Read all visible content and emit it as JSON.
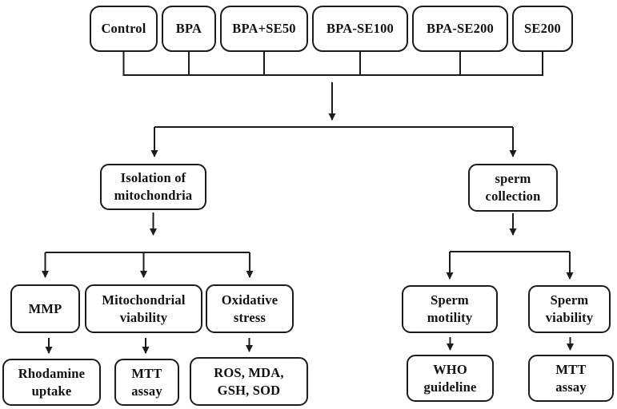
{
  "diagram": {
    "description": "Experimental design flowchart: treatment groups feeding into mitochondrial isolation and sperm collection analyses",
    "colors": {
      "ink": "#1c1c1c",
      "text": "#111111",
      "background": "#ffffff"
    }
  },
  "nodes": {
    "control": {
      "label": "Control"
    },
    "bpa": {
      "label": "BPA"
    },
    "bpa_se50": {
      "label": "BPA+SE50"
    },
    "bpa_se100": {
      "label": "BPA-SE100"
    },
    "bpa_se200": {
      "label": "BPA-SE200"
    },
    "se200": {
      "label": "SE200"
    },
    "isolation": {
      "label": "Isolation of\nmitochondria"
    },
    "sperm_collection": {
      "label": "sperm\ncollection"
    },
    "mmp": {
      "label": "MMP"
    },
    "mitochondrial_viability": {
      "label": "Mitochondrial\nviability"
    },
    "oxidative_stress": {
      "label": "Oxidative\nstress"
    },
    "rhodamine_uptake": {
      "label": "Rhodamine\nuptake"
    },
    "mtt_assay_left": {
      "label": "MTT\nassay"
    },
    "oxidative_markers": {
      "label": "ROS, MDA,\nGSH, SOD"
    },
    "sperm_motility": {
      "label": "Sperm\nmotility"
    },
    "sperm_viability": {
      "label": "Sperm\nviability"
    },
    "who_guideline": {
      "label": "WHO\nguideline"
    },
    "mtt_assay_right": {
      "label": "MTT\nassay"
    }
  }
}
